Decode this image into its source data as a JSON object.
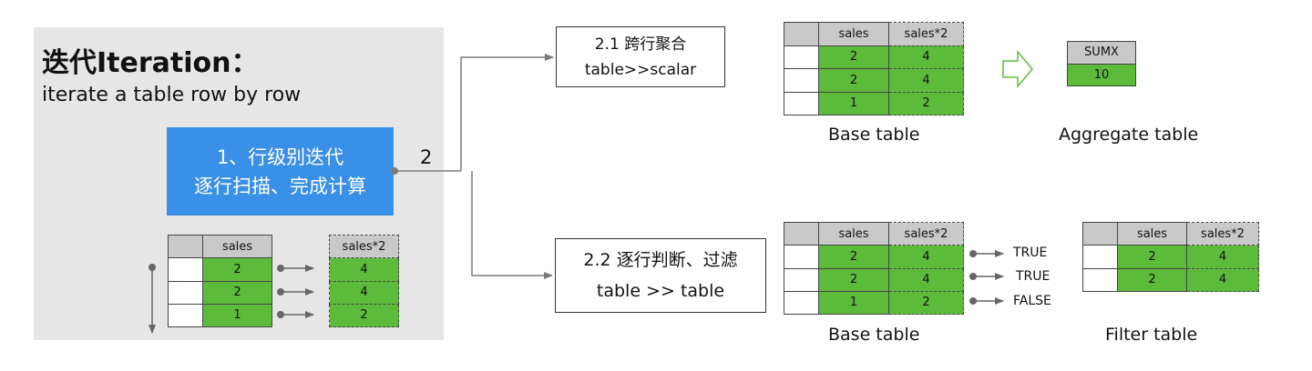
{
  "panel": {
    "title": "迭代Iteration：",
    "subtitle": "iterate a table row by row"
  },
  "iteration_box": {
    "line1": "1、行级别迭代",
    "line2": "逐行扫描、完成计算"
  },
  "branch_label": "2",
  "branches": {
    "aggregate": {
      "line1": "2.1 跨行聚合",
      "line2": "table>>scalar"
    },
    "filter": {
      "line1": "2.2 逐行判断、过滤",
      "line2": "table >> table"
    }
  },
  "headers": {
    "sales": "sales",
    "sales2": "sales*2",
    "sumx": "SUMX"
  },
  "rows": [
    {
      "sales": "2",
      "sales2": "4",
      "test": "TRUE"
    },
    {
      "sales": "2",
      "sales2": "4",
      "test": "TRUE"
    },
    {
      "sales": "1",
      "sales2": "2",
      "test": "FALSE"
    }
  ],
  "sumx_value": "10",
  "filtered_rows": [
    {
      "sales": "2",
      "sales2": "4"
    },
    {
      "sales": "2",
      "sales2": "4"
    }
  ],
  "captions": {
    "base_top": "Base table",
    "aggregate": "Aggregate table",
    "base_bottom": "Base table",
    "filter": "Filter table"
  },
  "colors": {
    "panel_bg": "#e6e6e6",
    "iteration_box": "#3a8fe6",
    "cell_green": "#5dbb3c",
    "header_gray": "#c9c9c9",
    "arrow": "#7a7a7a"
  }
}
